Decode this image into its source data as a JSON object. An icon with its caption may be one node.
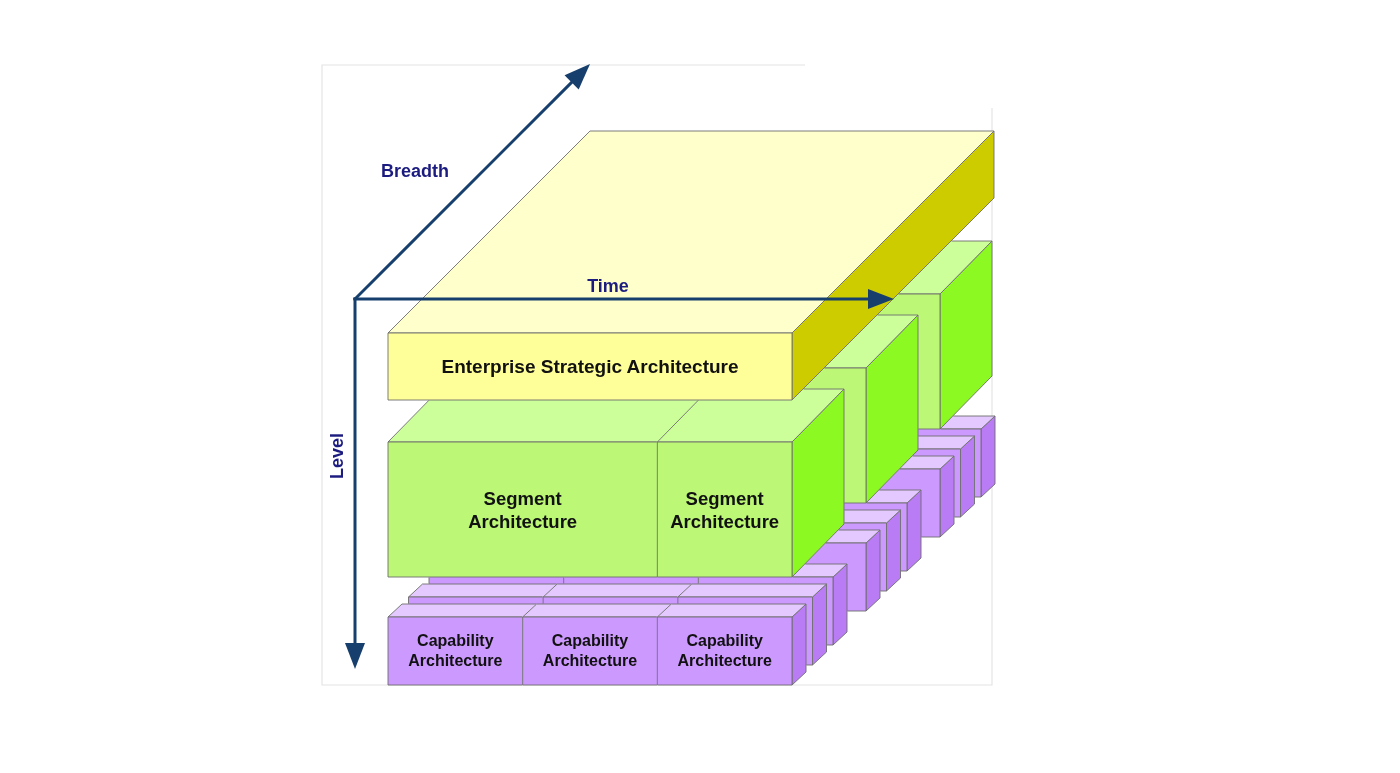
{
  "diagram": {
    "nodes": [
      {
        "text": [
          "Enterprise Strategic Architecture"
        ]
      },
      {
        "text": [],
        "shape": "box"
      },
      {
        "text": [],
        "shape": "box"
      },
      {
        "text": [
          "Segment Architecture"
        ]
      },
      {
        "text": [
          "Segment Architecture"
        ]
      },
      {
        "text": [],
        "shape": "box"
      },
      {
        "text": [],
        "shape": "box"
      },
      {
        "text": [],
        "shape": "box"
      },
      {
        "text": [],
        "shape": "box"
      },
      {
        "text": [],
        "shape": "box"
      },
      {
        "text": [],
        "shape": "box"
      },
      {
        "text": [],
        "shape": "box"
      },
      {
        "text": [],
        "shape": "box"
      },
      {
        "text": [],
        "shape": "box"
      },
      {
        "text": [],
        "shape": "box"
      },
      {
        "text": [],
        "shape": "box"
      },
      {
        "text": [],
        "shape": "box"
      },
      {
        "text": [
          "Capability Architecture"
        ]
      },
      {
        "text": [
          "Capability Architecture"
        ]
      },
      {
        "text": [
          "Capability Architecture"
        ]
      }
    ],
    "labels": [
      "Breadth",
      "Time",
      "Level"
    ]
  }
}
